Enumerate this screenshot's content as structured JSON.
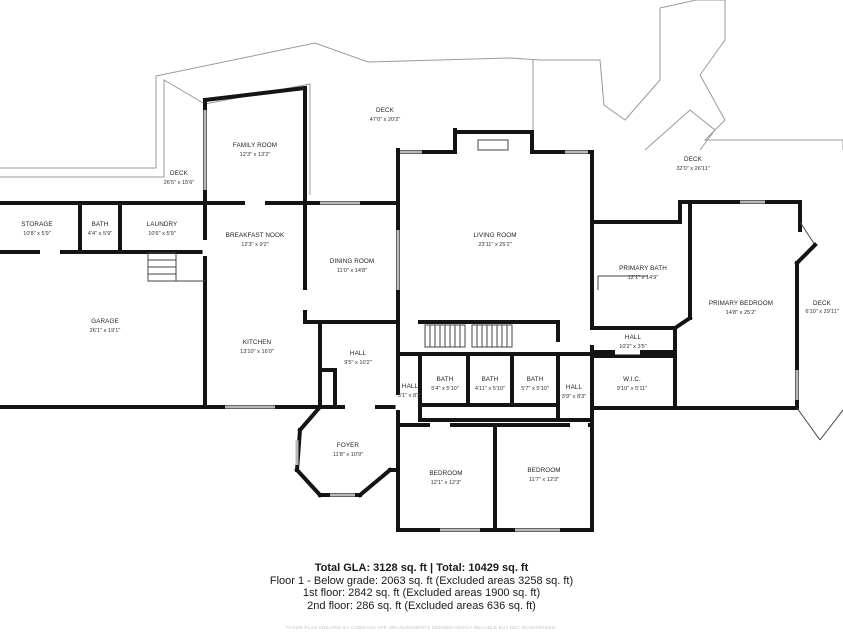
{
  "rooms": {
    "deck_upper": {
      "name": "DECK",
      "dims": "47'0\" x 20'2\""
    },
    "deck_right": {
      "name": "DECK",
      "dims": "32'0\" x 26'11\""
    },
    "deck_left": {
      "name": "DECK",
      "dims": "26'5\" x 15'6\""
    },
    "deck_far": {
      "name": "DECK",
      "dims": "6'10\" x 29'11\""
    },
    "family": {
      "name": "FAMILY ROOM",
      "dims": "12'3\" x 13'2\""
    },
    "storage": {
      "name": "STORAGE",
      "dims": "10'8\" x 5'9\""
    },
    "bath_small": {
      "name": "BATH",
      "dims": "4'4\" x 5'9\""
    },
    "laundry": {
      "name": "LAUNDRY",
      "dims": "10'6\" x 5'9\""
    },
    "breakfast": {
      "name": "BREAKFAST NOOK",
      "dims": "12'3\" x 9'2\""
    },
    "living": {
      "name": "LIVING ROOM",
      "dims": "23'11\" x 25'2\""
    },
    "dining": {
      "name": "DINING ROOM",
      "dims": "11'0\" x 14'8\""
    },
    "primary_bath": {
      "name": "PRIMARY BATH",
      "dims": "12'1\" x 14'9\""
    },
    "primary_bed": {
      "name": "PRIMARY BEDROOM",
      "dims": "14'8\" x 25'2\""
    },
    "garage": {
      "name": "GARAGE",
      "dims": "26'1\" x 19'1\""
    },
    "kitchen": {
      "name": "KITCHEN",
      "dims": "13'10\" x 16'0\""
    },
    "hall_a": {
      "name": "HALL",
      "dims": "9'5\" x 10'2\""
    },
    "hall_b": {
      "name": "HALL",
      "dims": "10'2\" x 3'5\""
    },
    "hall_c": {
      "name": "HALL",
      "dims": "3'1\" x 8'3\""
    },
    "bath_1": {
      "name": "BATH",
      "dims": "5'4\" x 5'10\""
    },
    "bath_2": {
      "name": "BATH",
      "dims": "4'11\" x 5'10\""
    },
    "bath_3": {
      "name": "BATH",
      "dims": "5'7\" x 5'10\""
    },
    "hall_d": {
      "name": "HALL",
      "dims": "3'9\" x 8'3\""
    },
    "wic": {
      "name": "W.I.C.",
      "dims": "9'10\" x 5'11\""
    },
    "foyer": {
      "name": "FOYER",
      "dims": "11'8\" x 10'9\""
    },
    "bedroom_1": {
      "name": "BEDROOM",
      "dims": "12'1\" x 12'3\""
    },
    "bedroom_2": {
      "name": "BEDROOM",
      "dims": "11'7\" x 12'3\""
    }
  },
  "summary": {
    "total": "Total GLA: 3128 sq. ft | Total: 10429 sq. ft",
    "floor1": "Floor 1 - Below grade: 2063 sq. ft (Excluded areas 3258 sq. ft)",
    "floor2": "1st floor: 2842 sq. ft (Excluded areas 1900 sq. ft)",
    "floor3": "2nd floor: 286 sq. ft (Excluded areas 636 sq. ft)"
  },
  "footer": "FLOOR PLAN CREATED BY CUBICASA APP. MEASUREMENTS DEEMED HIGHLY RELIABLE BUT NOT GUARANTEED."
}
